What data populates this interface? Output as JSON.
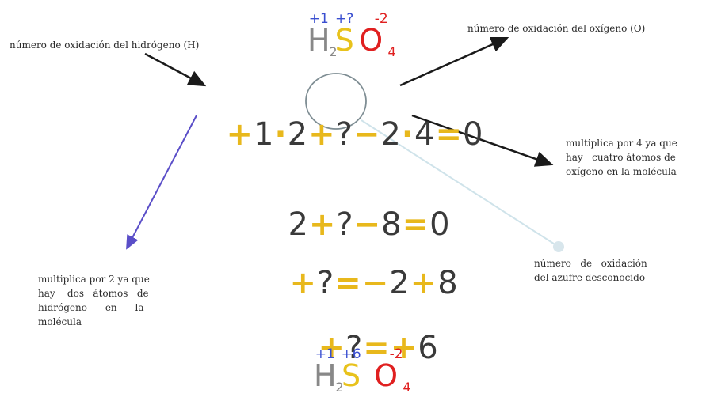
{
  "labels": {
    "hydrogen_ox": "número de oxidación del hidrógeno (H)",
    "oxygen_ox": "número de oxidación del  oxígeno  (O)",
    "mult4": [
      "multiplica por 4 ya que",
      "hay   cuatro átomos de",
      "oxígeno en la molécula"
    ],
    "mult2": [
      "multiplica por 2 ya que",
      "hay    dos   átomos   de",
      "hidrógeno      en      la",
      "molécula"
    ],
    "sulfur_ox": [
      "número   de   oxidación",
      "del azufre desconocido"
    ]
  },
  "formula_top": {
    "h_ox": "+1",
    "s_ox": "+?",
    "o_ox": "-2",
    "h": "H",
    "h_sub": "2",
    "s": "S",
    "o": "O",
    "o_sub": "4"
  },
  "formula_bottom": {
    "h_ox": "+1",
    "s_ox": "+6",
    "o_ox": "-2",
    "h": "H",
    "h_sub": "2",
    "s": "S",
    "o": "O",
    "o_sub": "4"
  },
  "equations": {
    "eq1": [
      "+",
      "1",
      "·",
      "2",
      "+",
      "?",
      "−",
      "2",
      "·",
      "4",
      "=",
      "0"
    ],
    "eq2": [
      "2",
      "+",
      "?",
      "−",
      "8",
      "=",
      "0"
    ],
    "eq3": [
      "+",
      "?",
      "=",
      "−",
      "2",
      "+",
      "8"
    ],
    "eq4": [
      "+",
      "?",
      "=",
      "+",
      "6"
    ]
  },
  "colors": {
    "hydrogen": "#888888",
    "sulfur": "#e8c21c",
    "oxygen": "#e02020",
    "ox_blue": "#3a4fd0",
    "ox_red": "#e02020",
    "operator": "#e8b81c",
    "arrow_dark": "#1a1a1a",
    "arrow_purple": "#5a4ec8",
    "arrow_light": "#cfe3ea",
    "circle": "#7e8d93"
  }
}
